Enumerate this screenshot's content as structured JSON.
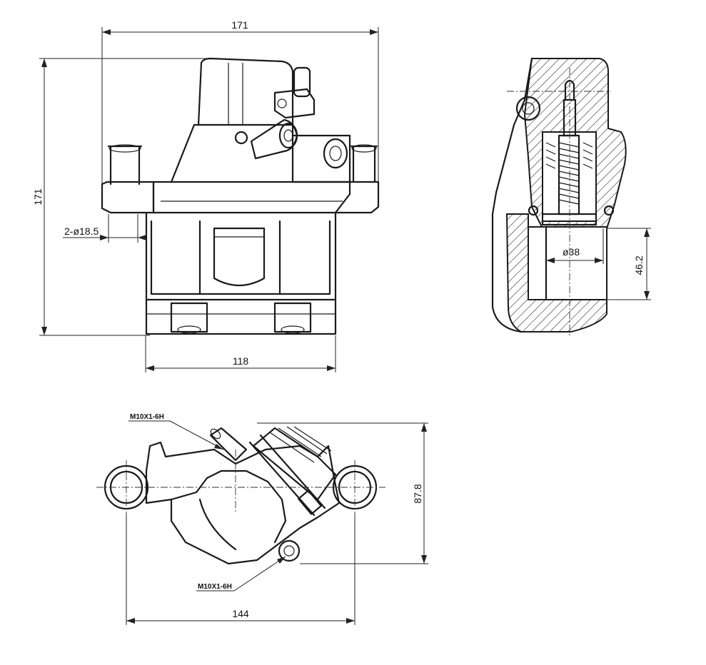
{
  "views": {
    "front": {
      "dim_width_top": "171",
      "dim_height_left": "171",
      "dim_hole": "2-ø18.5",
      "dim_width_bottom": "118"
    },
    "section": {
      "dim_bore": "ø38",
      "dim_depth": "46.2"
    },
    "top": {
      "thread_upper": "M10X1-6H",
      "thread_lower": "M10X1-6H",
      "dim_height_right": "87.8",
      "dim_width_bottom": "144"
    }
  }
}
